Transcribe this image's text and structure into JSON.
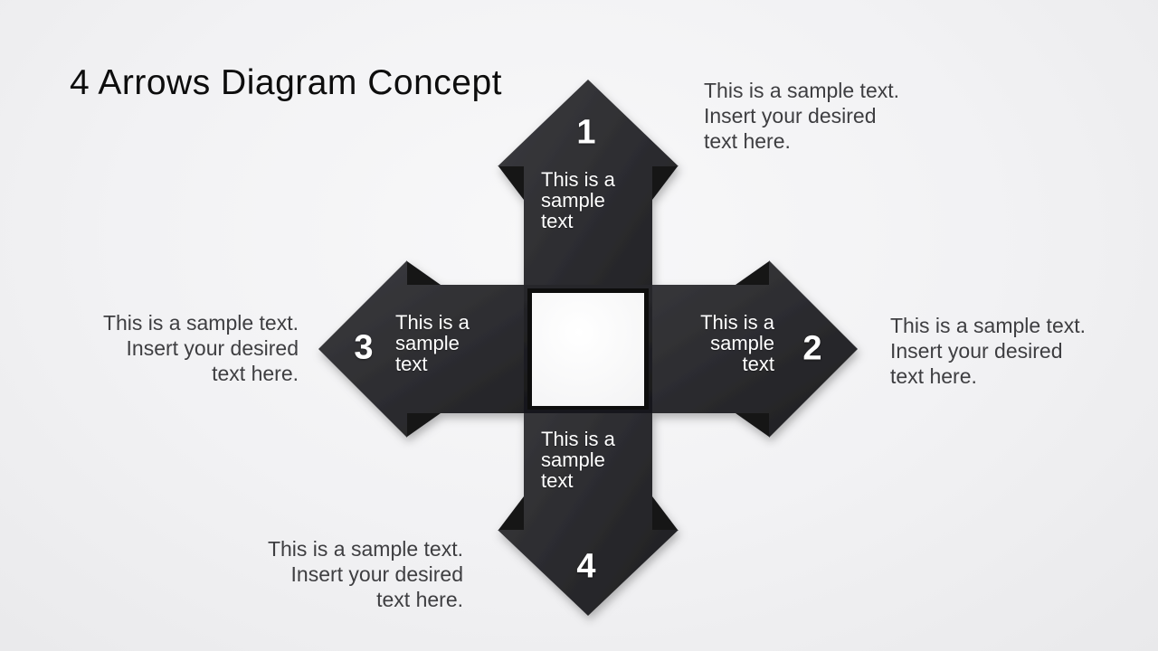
{
  "slide": {
    "title": "4 Arrows Diagram Concept"
  },
  "colors": {
    "background_light": "#f8f8f9",
    "background_dark": "#e9e9eb",
    "arrow_gradient_light": "#3c3c40",
    "arrow_gradient_dark": "#1e1e21",
    "flap_dark": "#131316",
    "center_frame": "#0c0c0f",
    "center_square": "#ffffff",
    "number_text": "#ffffff",
    "inner_label_text": "#ffffff",
    "caption_text": "#3e3e41",
    "title_text": "#0d0d0d"
  },
  "arrows": [
    {
      "number": "1",
      "direction": "up",
      "label": [
        "This is a",
        "sample",
        "text"
      ],
      "caption": [
        "This is a sample text.",
        "Insert your desired",
        "text here."
      ]
    },
    {
      "number": "2",
      "direction": "right",
      "label": [
        "This is a",
        "sample",
        "text"
      ],
      "caption": [
        "This is a sample text.",
        "Insert your desired",
        "text here."
      ]
    },
    {
      "number": "3",
      "direction": "left",
      "label": [
        "This is a",
        "sample",
        "text"
      ],
      "caption": [
        "This is a sample text.",
        "Insert your desired",
        "text here."
      ]
    },
    {
      "number": "4",
      "direction": "down",
      "label": [
        "This is a",
        "sample",
        "text"
      ],
      "caption": [
        "This is a sample text.",
        "Insert your desired",
        "text here."
      ]
    }
  ]
}
